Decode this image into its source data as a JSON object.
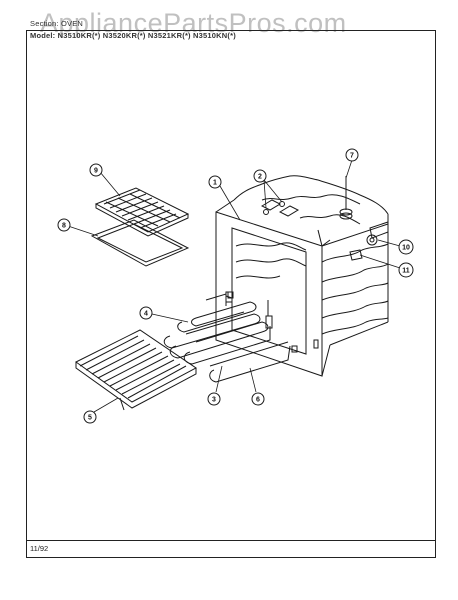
{
  "header": {
    "section_label": "Section: OVEN",
    "model_label": "Model:   N3510KR(*)   N3520KR(*)   N3521KR(*)   N3510KN(*)"
  },
  "watermark": "AppliancePartsPros.com",
  "footer": {
    "date": "11/92"
  },
  "callouts": [
    "1",
    "2",
    "3",
    "4",
    "5",
    "6",
    "7",
    "8",
    "9",
    "10",
    "11"
  ],
  "colors": {
    "line": "#1a1a1a",
    "paper": "#ffffff",
    "watermark": "#8c8c8c"
  }
}
